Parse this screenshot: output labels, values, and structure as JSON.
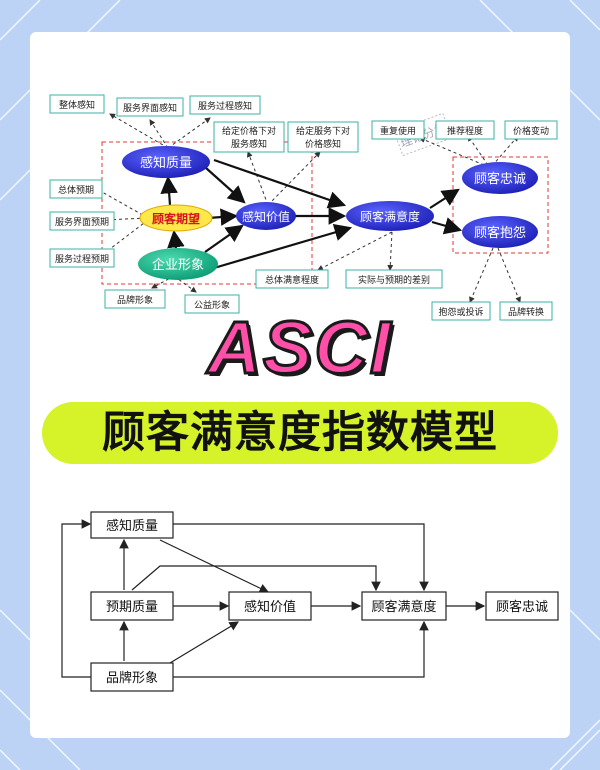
{
  "top_diagram": {
    "ovals": {
      "perceived_quality": "感知质量",
      "customer_expectation": "顾客期望",
      "perceived_value": "感知价值",
      "corporate_image": "企业形象",
      "customer_satisfaction": "顾客满意度",
      "customer_loyalty": "顾客忠诚",
      "customer_complaint": "顾客抱怨"
    },
    "boxes": {
      "overall_perception": "整体感知",
      "service_interface_perception": "服务界面感知",
      "service_process_perception": "服务过程感知",
      "quality_given_price_1": "给定价格下对",
      "quality_given_price_2": "服务感知",
      "price_given_service_1": "给定服务下对",
      "price_given_service_2": "价格感知",
      "repeat_use": "重复使用",
      "recommend_degree": "推荐程度",
      "price_change": "价格变动",
      "overall_expectation": "总体预期",
      "service_interface_expectation": "服务界面预期",
      "service_process_expectation": "服务过程预期",
      "brand_image": "品牌形象",
      "public_image": "公益形象",
      "overall_satisfaction": "总体满意程度",
      "actual_vs_expected": "实际与预期的差别",
      "complaint_or_appeal": "抱怨或投诉",
      "brand_switch": "品牌转换"
    },
    "watermark": "理论分析"
  },
  "titles": {
    "acronym": "ASCI",
    "main": "顾客满意度指数模型"
  },
  "bottom_diagram": {
    "perceived_quality": "感知质量",
    "expected_quality": "预期质量",
    "brand_image": "品牌形象",
    "perceived_value": "感知价值",
    "customer_satisfaction": "顾客满意度",
    "customer_loyalty": "顾客忠诚"
  }
}
